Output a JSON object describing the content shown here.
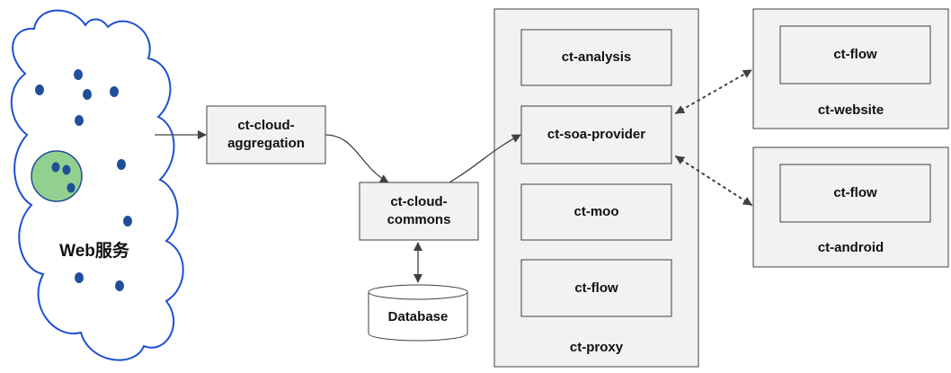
{
  "cloud": {
    "label": "Web服务"
  },
  "nodes": {
    "aggregation": {
      "line1": "ct-cloud-",
      "line2": "aggregation"
    },
    "commons": {
      "line1": "ct-cloud-",
      "line2": "commons"
    },
    "database": {
      "label": "Database"
    },
    "proxy": {
      "label": "ct-proxy",
      "analysis": "ct-analysis",
      "soa_provider": "ct-soa-provider",
      "moo": "ct-moo",
      "flow": "ct-flow"
    },
    "website": {
      "label": "ct-website",
      "flow": "ct-flow"
    },
    "android": {
      "label": "ct-android",
      "flow": "ct-flow"
    }
  },
  "colors": {
    "box_fill": "#f2f2f2",
    "box_stroke": "#404040",
    "cloud_stroke": "#1f4fd1",
    "dot_fill": "#1f4e9a",
    "circle_fill": "#92d08f",
    "arrow": "#404040"
  }
}
